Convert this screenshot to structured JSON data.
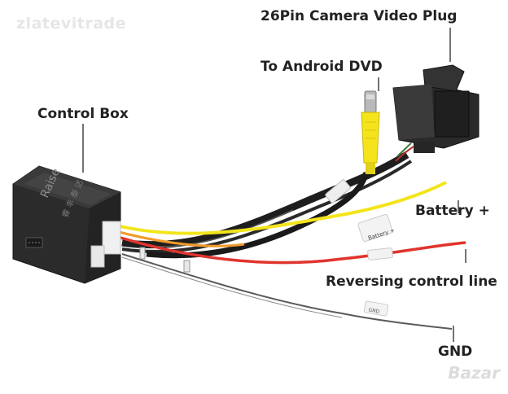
{
  "watermark": "zlatevitrade",
  "watermark_logo": "Bazar",
  "labels": {
    "camera_plug": "26Pin Camera Video Plug",
    "android_dvd": "To Android DVD",
    "control_box": "Control Box",
    "battery": "Battery +",
    "reversing": "Reversing control line",
    "gnd": "GND"
  },
  "box_text": {
    "brand": "Raise",
    "chinese": "睿 丰 泰 达"
  },
  "tags": {
    "battery_tag": "Battery +",
    "gnd_tag": "GND"
  },
  "colors": {
    "box": "#2b2b2b",
    "yellow_wire": "#f2e51c",
    "red_wire": "#e0342d",
    "rca_yellow": "#f5e31b",
    "plug": "#2a2a2a"
  }
}
